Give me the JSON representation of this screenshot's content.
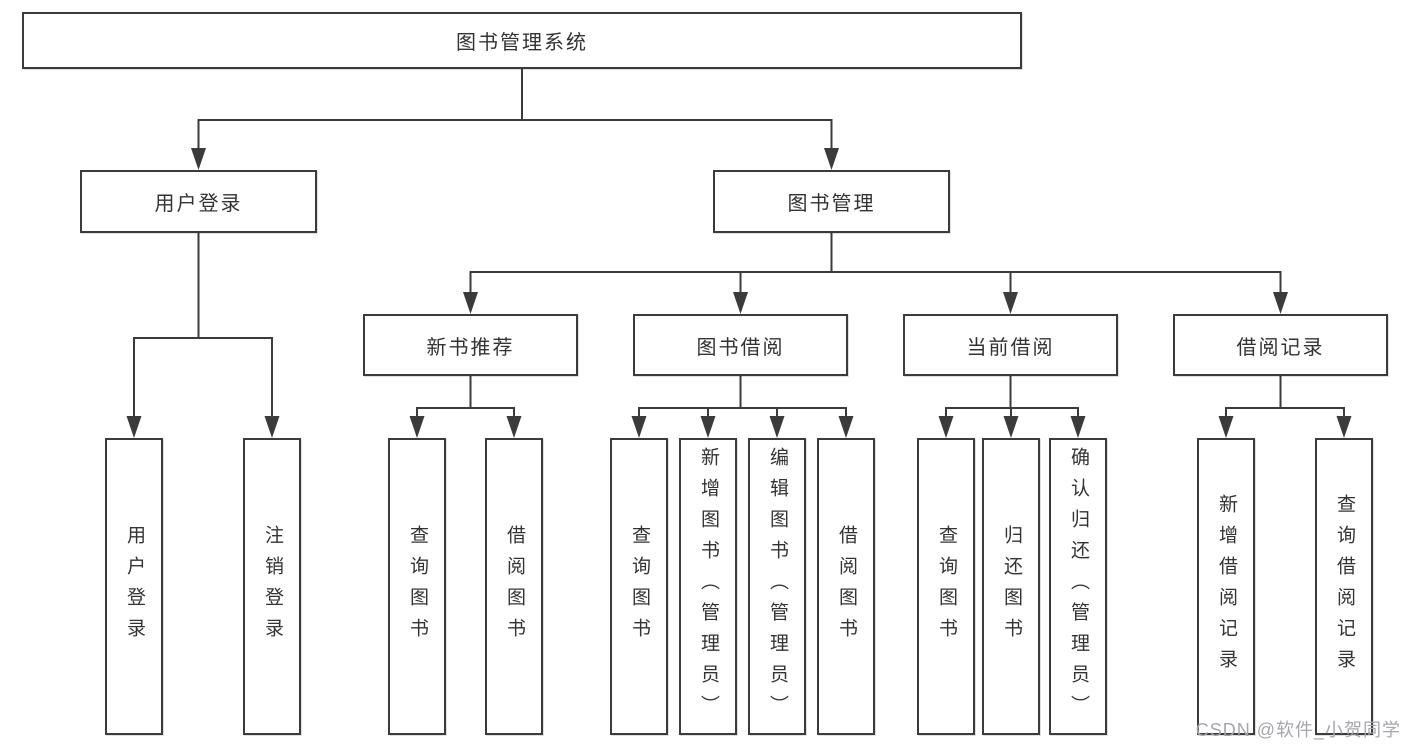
{
  "theme": {
    "background": "#ffffff",
    "box_border": "#3b3b3b",
    "text_color": "#333333",
    "line_color": "#3b3b3b",
    "watermark_color": "#a6a6ad"
  },
  "watermark": {
    "text": "CSDN @软件_小贺同学"
  },
  "diagram": {
    "nodes": {
      "root": {
        "label": "图书管理系统"
      },
      "user_login": {
        "label": "用户登录"
      },
      "book_management": {
        "label": "图书管理"
      },
      "new_book_recommend": {
        "label": "新书推荐"
      },
      "book_borrow": {
        "label": "图书借阅"
      },
      "current_borrow": {
        "label": "当前借阅"
      },
      "borrow_record": {
        "label": "借阅记录"
      },
      "leaf_user_login": {
        "label": "用户登录"
      },
      "leaf_logout": {
        "label": "注销登录"
      },
      "leaf_query_book_recommend": {
        "label": "查询图书"
      },
      "leaf_borrow_book_recommend": {
        "label": "借阅图书"
      },
      "leaf_query_book_borrow": {
        "label": "查询图书"
      },
      "leaf_add_book": {
        "label": "新增图书（管理员）"
      },
      "leaf_edit_book": {
        "label": "编辑图书（管理员）"
      },
      "leaf_borrow_book": {
        "label": "借阅图书"
      },
      "leaf_query_book_current": {
        "label": "查询图书"
      },
      "leaf_return_book": {
        "label": "归还图书"
      },
      "leaf_confirm_return": {
        "label": "确认归还（管理员）"
      },
      "leaf_add_borrow_record": {
        "label": "新增借阅记录"
      },
      "leaf_query_borrow_record": {
        "label": "查询借阅记录"
      }
    },
    "edges": [
      {
        "from": "root",
        "to": [
          "user_login",
          "book_management"
        ]
      },
      {
        "from": "user_login",
        "to": [
          "leaf_user_login",
          "leaf_logout"
        ]
      },
      {
        "from": "book_management",
        "to": [
          "new_book_recommend",
          "book_borrow",
          "current_borrow",
          "borrow_record"
        ]
      },
      {
        "from": "new_book_recommend",
        "to": [
          "leaf_query_book_recommend",
          "leaf_borrow_book_recommend"
        ]
      },
      {
        "from": "book_borrow",
        "to": [
          "leaf_query_book_borrow",
          "leaf_add_book",
          "leaf_edit_book",
          "leaf_borrow_book"
        ]
      },
      {
        "from": "current_borrow",
        "to": [
          "leaf_query_book_current",
          "leaf_return_book",
          "leaf_confirm_return"
        ]
      },
      {
        "from": "borrow_record",
        "to": [
          "leaf_add_borrow_record",
          "leaf_query_borrow_record"
        ]
      }
    ]
  }
}
